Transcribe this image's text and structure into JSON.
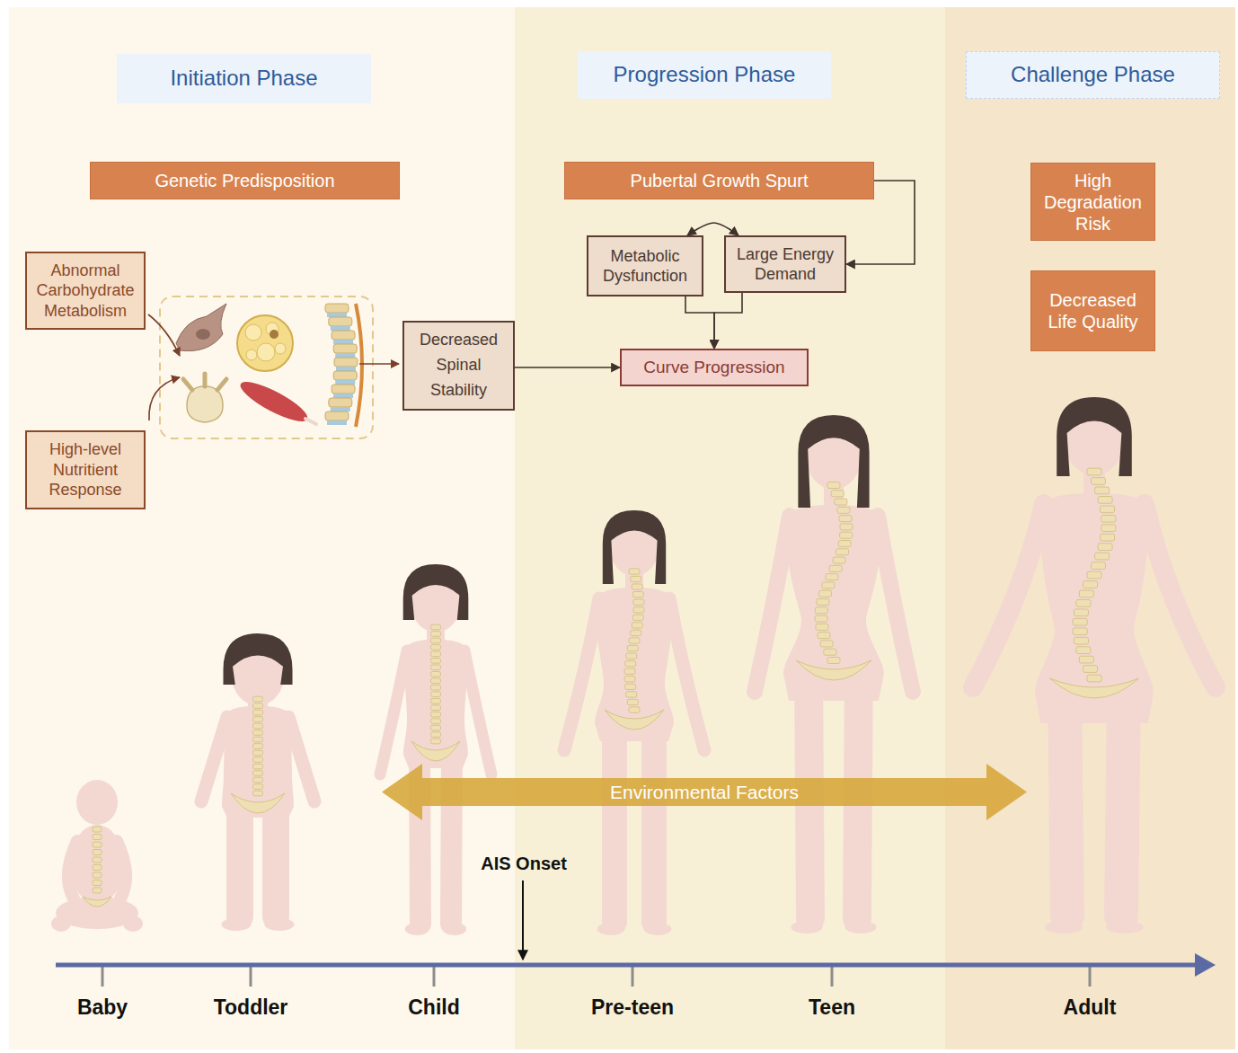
{
  "diagram": {
    "nodes": [
      {
        "text": [
          "Initiation Phase"
        ]
      },
      {
        "text": [
          "Progression Phase"
        ]
      },
      {
        "text": [
          "Challenge Phase"
        ]
      },
      {
        "text": [
          "Genetic Predisposition"
        ]
      },
      {
        "text": [
          "Pubertal Growth Spurt"
        ]
      },
      {
        "text": [
          "High Degradation Risk"
        ]
      },
      {
        "text": [
          "Metabolic Dysfunction"
        ]
      },
      {
        "text": [
          "Large Energy Demand"
        ]
      },
      {
        "text": [
          "Abnormal Carbohydrate Metabolism"
        ]
      },
      {
        "text": [
          "Decreased Life Quality"
        ]
      },
      {
        "text": [
          "Decreased Spinal Stability"
        ]
      },
      {
        "text": [
          "Curve Progression"
        ]
      },
      {
        "text": [
          "High-level Nutritient Response"
        ]
      },
      {
        "text": [
          "Environmental Factors"
        ]
      }
    ],
    "edges": [
      {
        "from": 10,
        "to": 11,
        "arrow": "to"
      },
      {
        "from": 4,
        "to": 7,
        "arrow": "to"
      },
      {
        "from": 6,
        "to": 7,
        "arrow": "both"
      },
      {
        "from": 6,
        "to": 11,
        "arrow": "to"
      },
      {
        "from": 7,
        "to": 11,
        "arrow": "to"
      }
    ],
    "labels": [
      "AIS Onset",
      "Baby",
      "Toddler",
      "Child",
      "Pre-teen",
      "Teen",
      "Adult"
    ]
  }
}
